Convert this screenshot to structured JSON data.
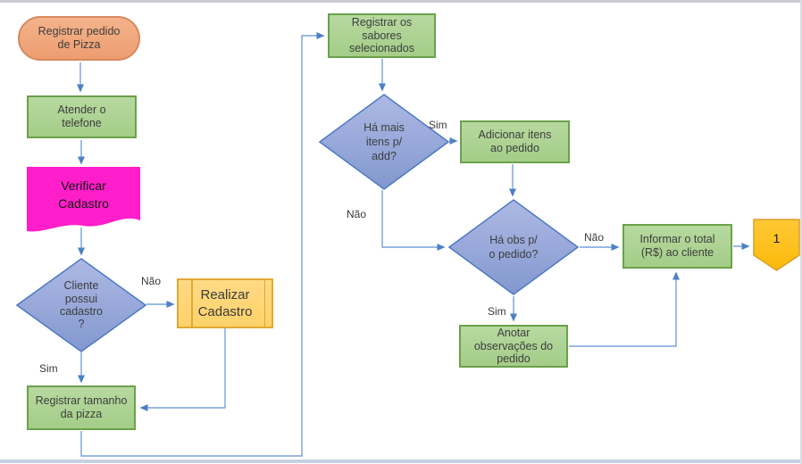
{
  "diagram": {
    "title_hint": "Fluxograma de pedido de pizza",
    "nodes": {
      "start": {
        "label": "Registrar pedido\nde Pizza",
        "type": "terminator"
      },
      "atender": {
        "label": "Atender o\ntelefone",
        "type": "process"
      },
      "verificar": {
        "label": "Verificar\nCadastro",
        "type": "document"
      },
      "cliente": {
        "label": "Cliente\npossui\ncadastro\n?",
        "type": "decision"
      },
      "realizar": {
        "label": "Realizar\nCadastro",
        "type": "predefined-process"
      },
      "tamanho": {
        "label": "Registrar tamanho\nda pizza",
        "type": "process"
      },
      "sabores": {
        "label": "Registrar os\nsabores\nselecionados",
        "type": "process"
      },
      "mais_itens": {
        "label": "Há mais\nitens p/\nadd?",
        "type": "decision"
      },
      "adicionar": {
        "label": "Adicionar itens\nao pedido",
        "type": "process"
      },
      "obs": {
        "label": "Há obs p/\no pedido?",
        "type": "decision"
      },
      "informar": {
        "label": "Informar o total\n(R$) ao cliente",
        "type": "process"
      },
      "anotar": {
        "label": "Anotar\nobservações do\npedido",
        "type": "process"
      },
      "offpage": {
        "label": "1",
        "type": "off-page-connector"
      }
    },
    "edge_labels": {
      "nao_cadastro": "Não",
      "sim_cadastro": "Sim",
      "sim_mais_itens": "Sim",
      "nao_mais_itens": "Não",
      "nao_obs": "Não",
      "sim_obs": "Sim"
    },
    "colors": {
      "terminator_fill": "#ED9D70",
      "process_fill": "#A9D18E",
      "process_border": "#6BA14B",
      "document_fill": "#FF1EC9",
      "decision_fill": "#8FA3D6",
      "decision_border": "#4C79C4",
      "predefined_fill": "#FFD76F",
      "predefined_border": "#E2A833",
      "offpage_fill": "#FFC112",
      "connector": "#78A2D8",
      "text": "#3D3D3D"
    }
  }
}
